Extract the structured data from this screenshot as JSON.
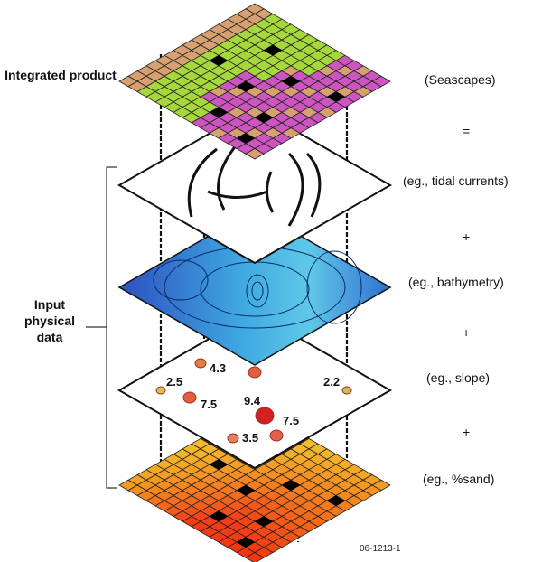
{
  "left_labels": {
    "integrated": "Integrated product",
    "input": "Input physical data"
  },
  "right_labels": [
    "(Seascapes)",
    "=",
    "(eg., tidal currents)",
    "+",
    "(eg., bathymetry)",
    "+",
    "(eg., slope)",
    "+",
    "(eg., %sand)"
  ],
  "slope_values": [
    "2.5",
    "4.3",
    "7.5",
    "9.4",
    "7.5",
    "3.5",
    "2.2"
  ],
  "figure_id": "06-1213-1",
  "colors": {
    "green": "#a6d83c",
    "magenta": "#cc55c0",
    "tan": "#d7a070",
    "blue_dark": "#2d4fc0",
    "blue_light": "#5fc8e8",
    "sand_yellow": "#f2d030",
    "sand_red": "#e04020",
    "dot_red": "#d42020"
  }
}
